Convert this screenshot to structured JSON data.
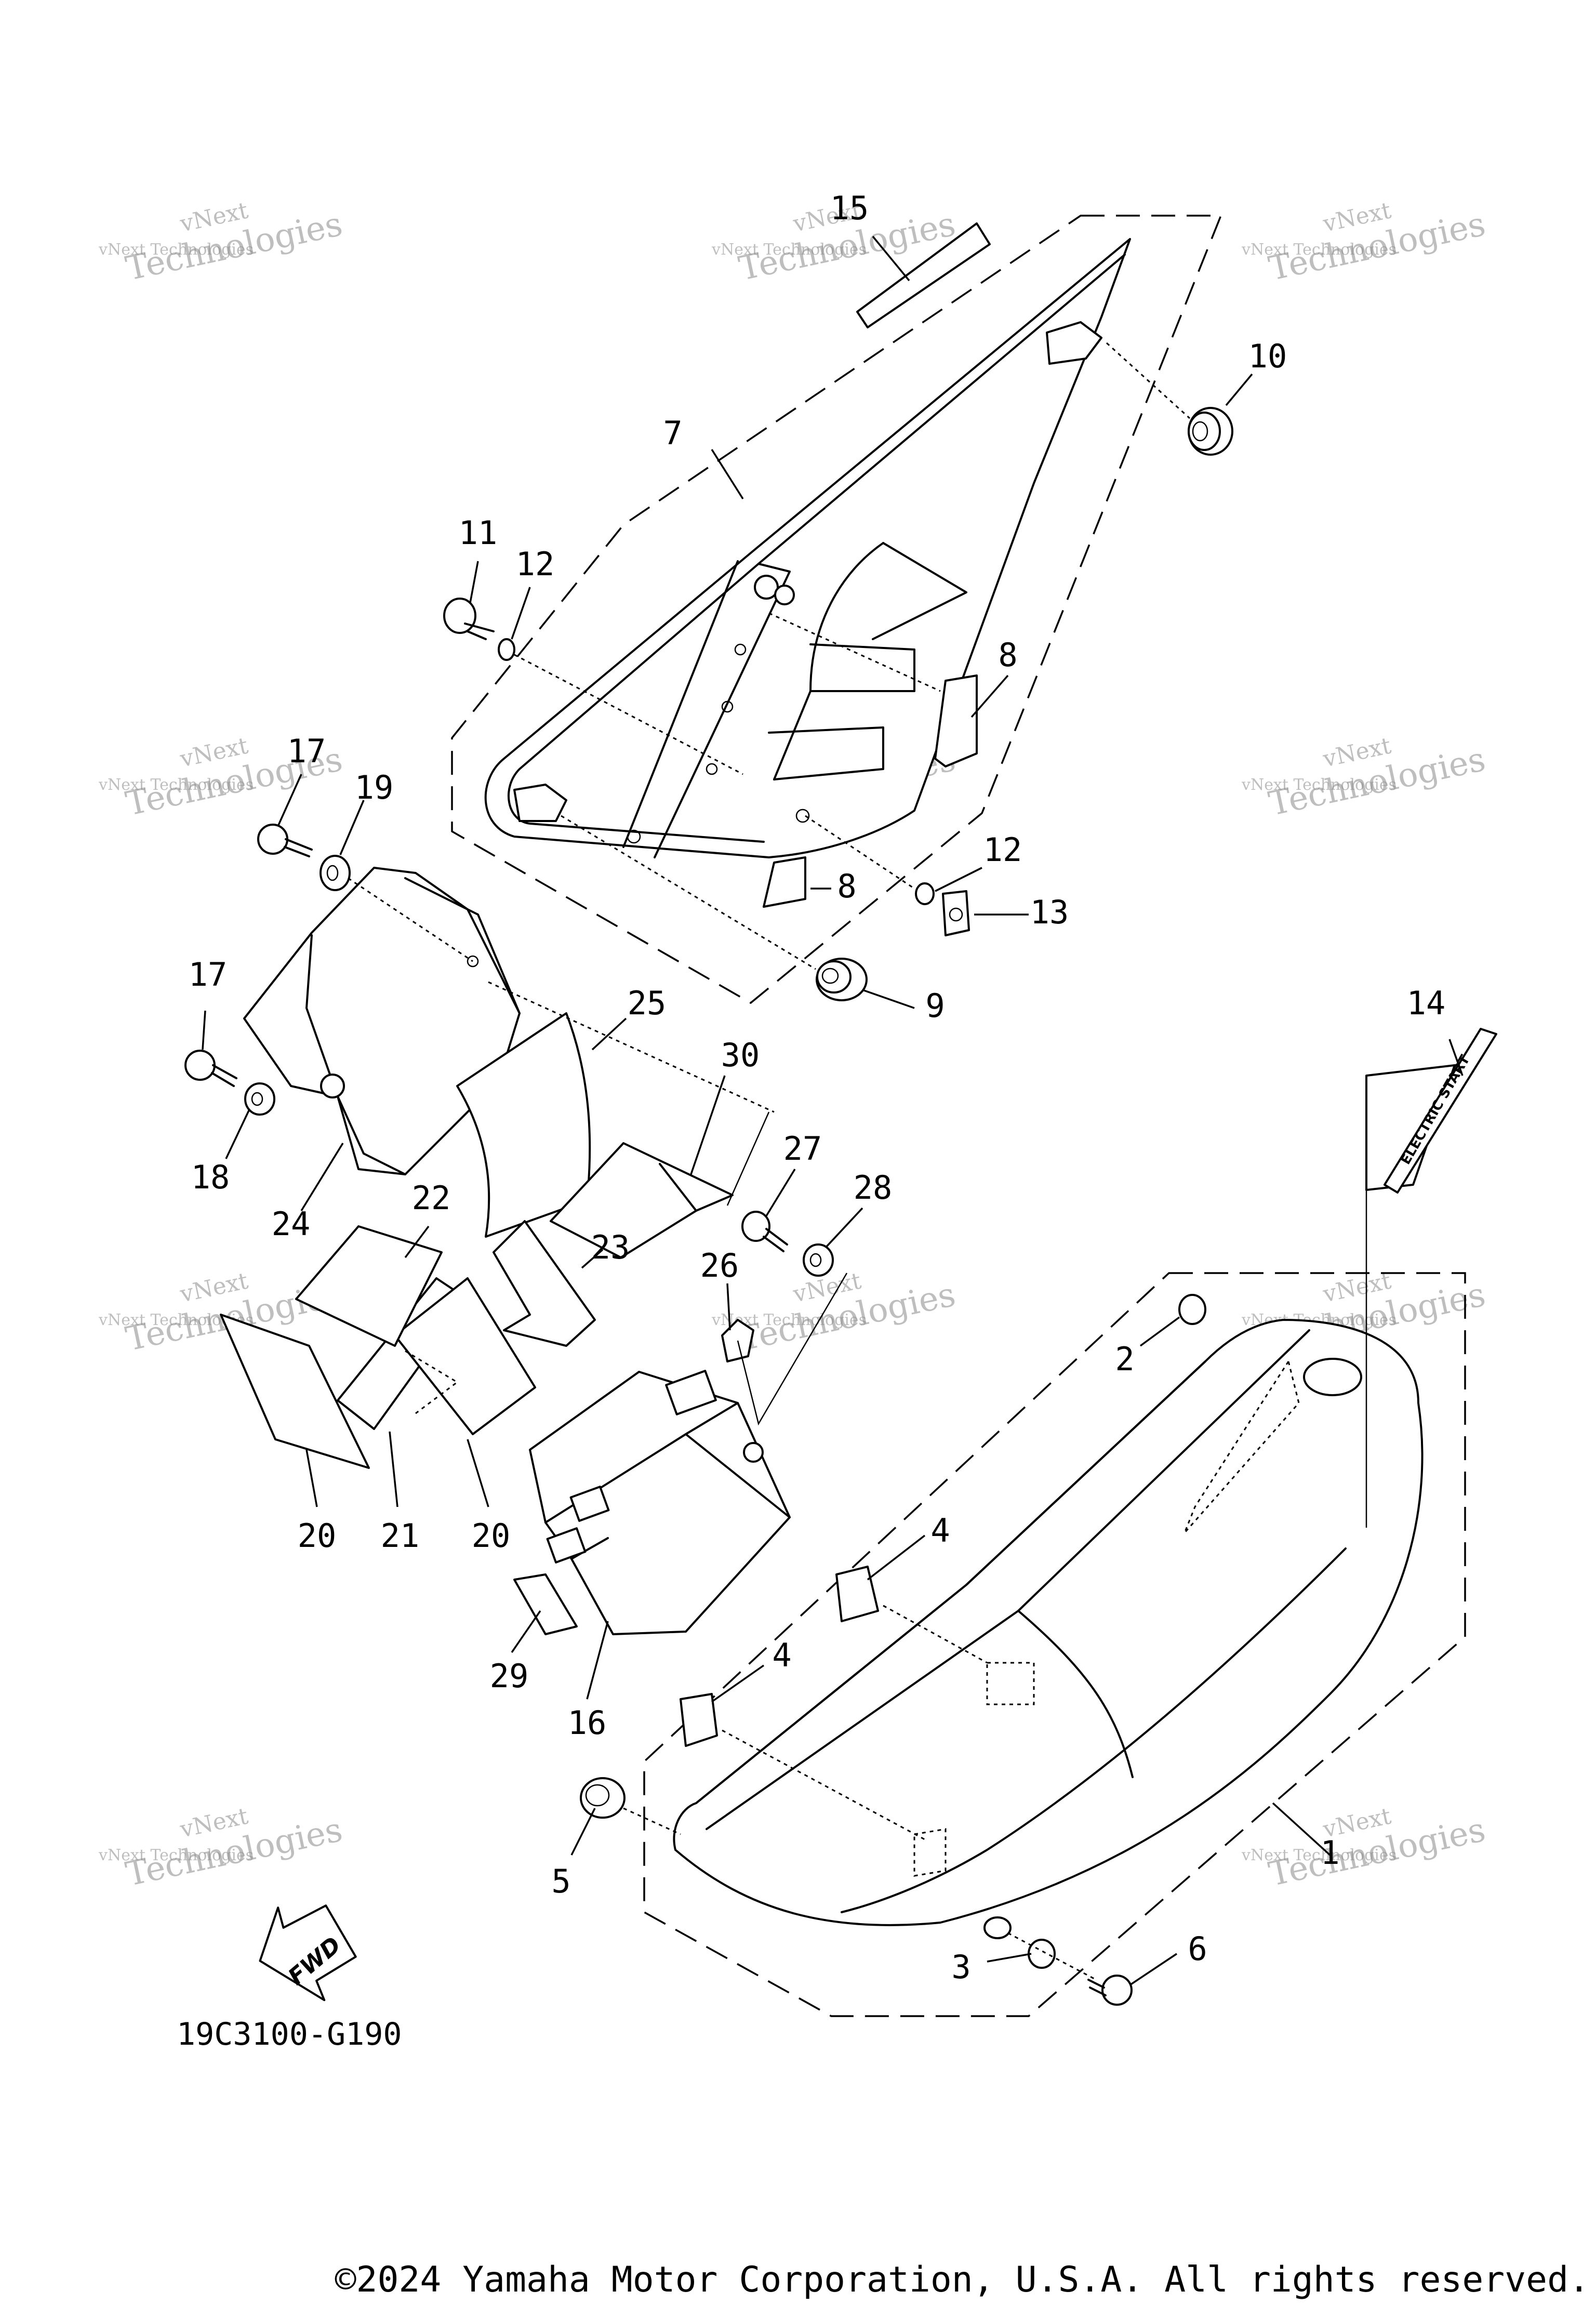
{
  "diagram_code": "19C3100-G190",
  "copyright": "©2024 Yamaha Motor Corporation, U.S.A. All rights reserved.",
  "direction_arrow_label": "FWD",
  "decal_text": "ELECTRIC START",
  "watermark": {
    "line1": "vNext Technologies",
    "line2": "Technologies",
    "line3": "vNext"
  },
  "callouts": {
    "c1": "1",
    "c2": "2",
    "c3": "3",
    "c4a": "4",
    "c4b": "4",
    "c5": "5",
    "c6": "6",
    "c7": "7",
    "c8a": "8",
    "c8b": "8",
    "c9": "9",
    "c10": "10",
    "c11": "11",
    "c12a": "12",
    "c12b": "12",
    "c13": "13",
    "c14": "14",
    "c15": "15",
    "c16": "16",
    "c17a": "17",
    "c17b": "17",
    "c18": "18",
    "c19": "19",
    "c20a": "20",
    "c20b": "20",
    "c21": "21",
    "c22": "22",
    "c23": "23",
    "c24": "24",
    "c25": "25",
    "c26": "26",
    "c27": "27",
    "c28": "28",
    "c29": "29",
    "c30": "30"
  }
}
